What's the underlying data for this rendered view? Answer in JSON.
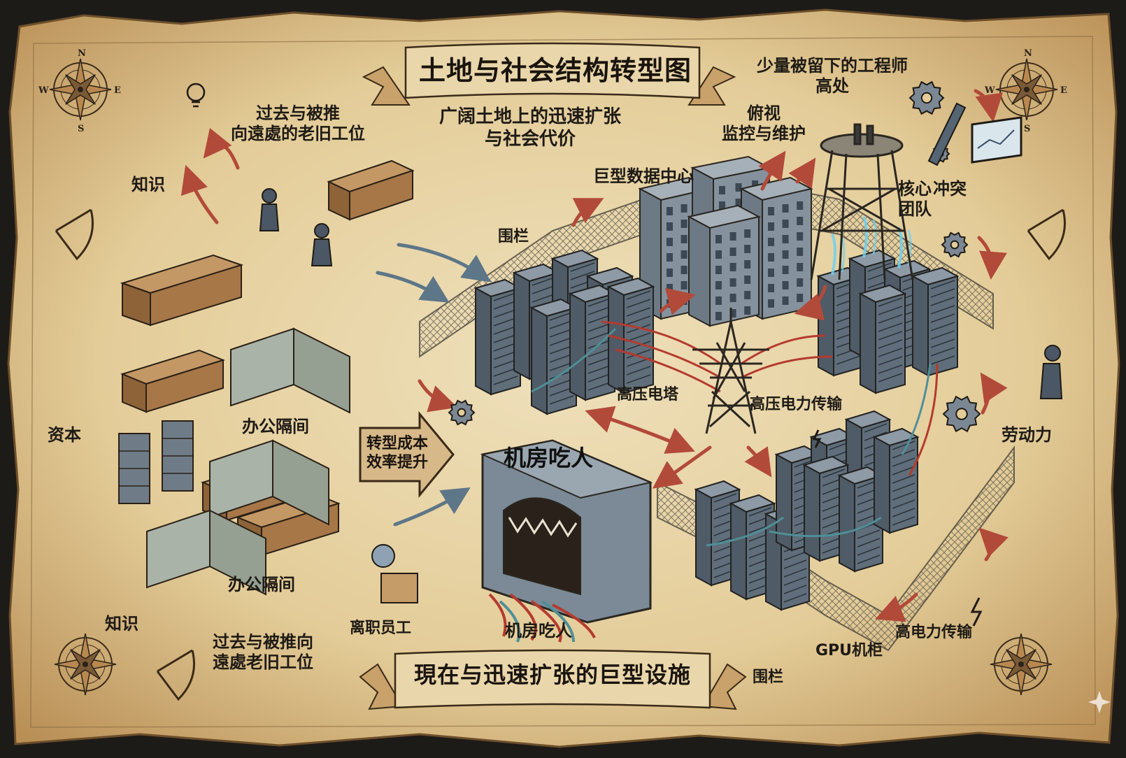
{
  "title": "土地与社会结构转型图",
  "bottom_banner": "現在与迅速扩张的巨型设施",
  "labels": {
    "past_workstations_top": [
      "过去与被推",
      "向遠處的老旧工位"
    ],
    "knowledge_top": "知识",
    "expansion_heading": [
      "广阔土地上的迅速扩张",
      "与社会代价"
    ],
    "engineers": [
      "少量被留下的工程师",
      "高处"
    ],
    "overlook": [
      "俯视",
      "监控与维护"
    ],
    "data_center": "巨型数据中心",
    "core_team": [
      "核心",
      "团队"
    ],
    "conflict": "冲突",
    "fence_top": "围栏",
    "cubicles_mid": "办公隔间",
    "capital": "资本",
    "hv_tower": "高压电塔",
    "hv_transmission": "高压电力传输",
    "transition_sign": [
      "转型成本",
      "效率提升"
    ],
    "machine_room_sign": "机房吃人",
    "labor": "劳动力",
    "cubicles_bottom": "办公隔间",
    "knowledge_bottom": "知识",
    "past_workstations_bottom": [
      "过去与被推向",
      "遠處老旧工位"
    ],
    "departing_staff": "离职员工",
    "machine_room_caption": "机房吃人",
    "gpu_cabinet": "GPU机柜",
    "high_power": "高电力传输",
    "fence_bottom": "围栏"
  },
  "compass_letters": [
    "N",
    "S",
    "E",
    "W"
  ],
  "colors": {
    "parchment": "#e7d4a8",
    "parchment_edge": "#b38a52",
    "ink": "#1e1a14",
    "server": "#5f6e7a",
    "arrow_red": "#b24a3a",
    "arrow_slate": "#5d7688",
    "cable_red": "#b53a2e",
    "cable_teal": "#4f8f97",
    "wood": "#a77748",
    "glow": "#6fd0f0"
  },
  "icons": [
    "compass-rose-icon",
    "lightbulb-icon",
    "gear-icon",
    "sextant-icon",
    "monitor-icon",
    "pen-icon",
    "lightning-icon",
    "sparkle-icon"
  ]
}
